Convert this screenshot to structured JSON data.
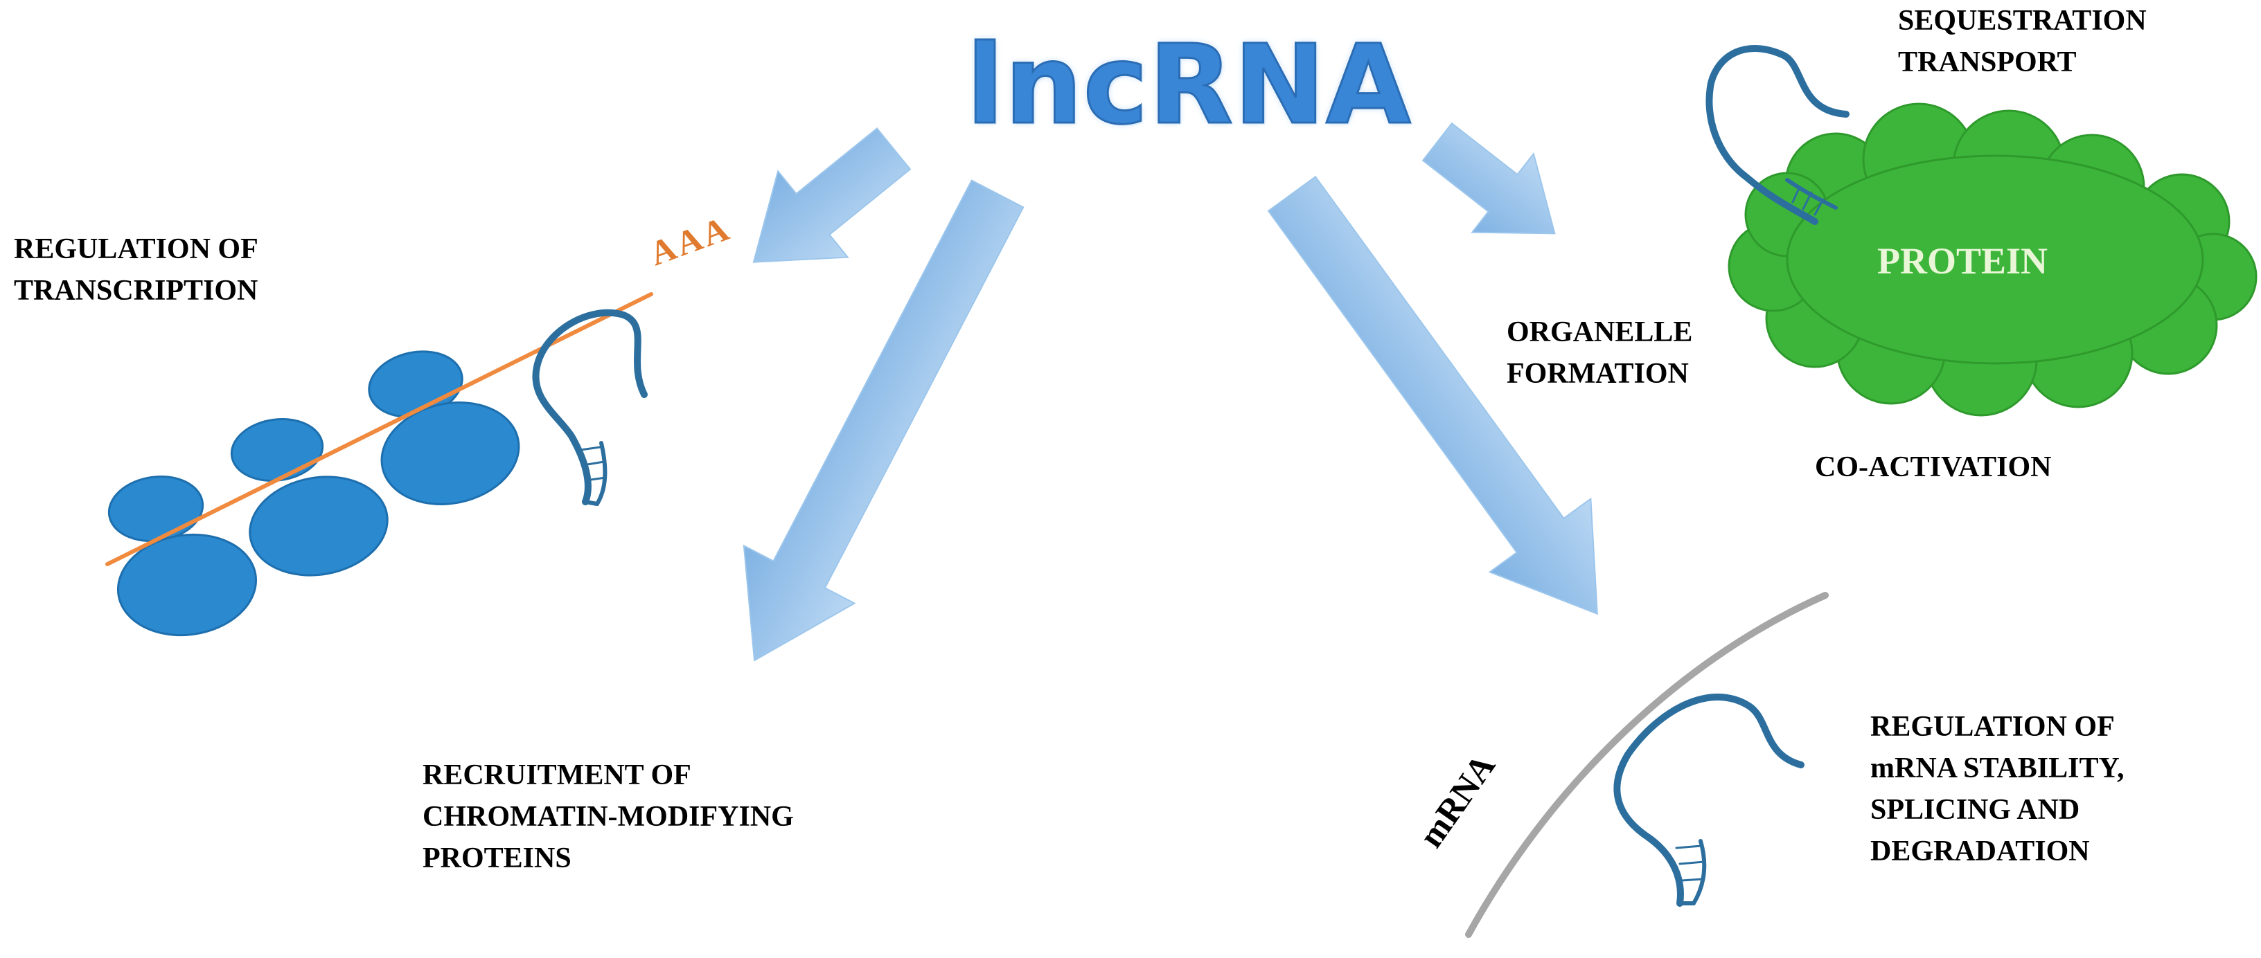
{
  "title": "lncRNA",
  "labels": {
    "transcription": [
      "REGULATION  OF",
      "TRANSCRIPTION"
    ],
    "recruitment": [
      "RECRUITMENT  OF",
      "CHROMATIN-MODIFYING",
      "PROTEINS"
    ],
    "sequestration": [
      "SEQUESTRATION",
      "TRANSPORT"
    ],
    "organelle": [
      "ORGANELLE",
      "FORMATION"
    ],
    "coactivation": "CO-ACTIVATION",
    "mrna_regulation": [
      "REGULATION  OF",
      "mRNA STABILITY,",
      "SPLICING AND",
      "DEGRADATION"
    ]
  },
  "marks": {
    "poly_a": "AAA",
    "protein": "PROTEIN",
    "mrna": "mRNA"
  },
  "colors": {
    "title": "#3a86d6",
    "arrow": "#8fbde8",
    "nucleosome": "#2b89cf",
    "dna_strand": "#f08a3e",
    "poly_a": "#e07a2e",
    "rna": "#2c6f9e",
    "protein": "#3db53a",
    "mrna_strand": "#a6a6a6"
  }
}
